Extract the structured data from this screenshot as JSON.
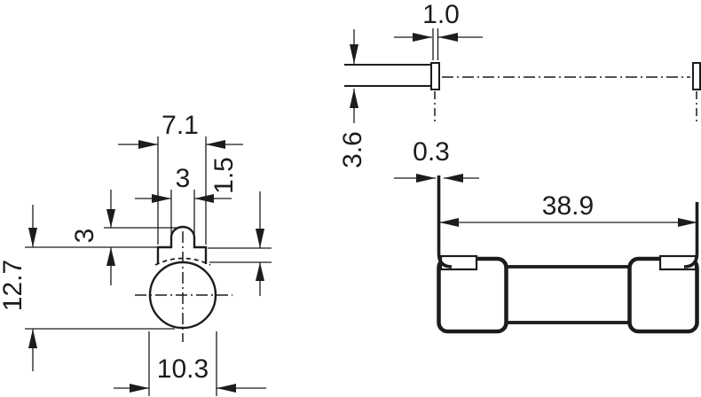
{
  "drawing": {
    "description": "Dimensioned engineering drawing of a fuse with solder clip, three views, measurements in mm",
    "line_color": "#1c1c1c",
    "bg_color": "#ffffff",
    "dims": {
      "clip_width": "7.1",
      "bump_width": "3",
      "bump_height": "3",
      "flange_height": "1.5",
      "overall_height": "12.7",
      "fuse_diameter": "10.3",
      "lead_tip_width": "1.0",
      "lead_width": "3.6",
      "lead_thickness": "0.3",
      "lead_span": "38.9"
    }
  }
}
